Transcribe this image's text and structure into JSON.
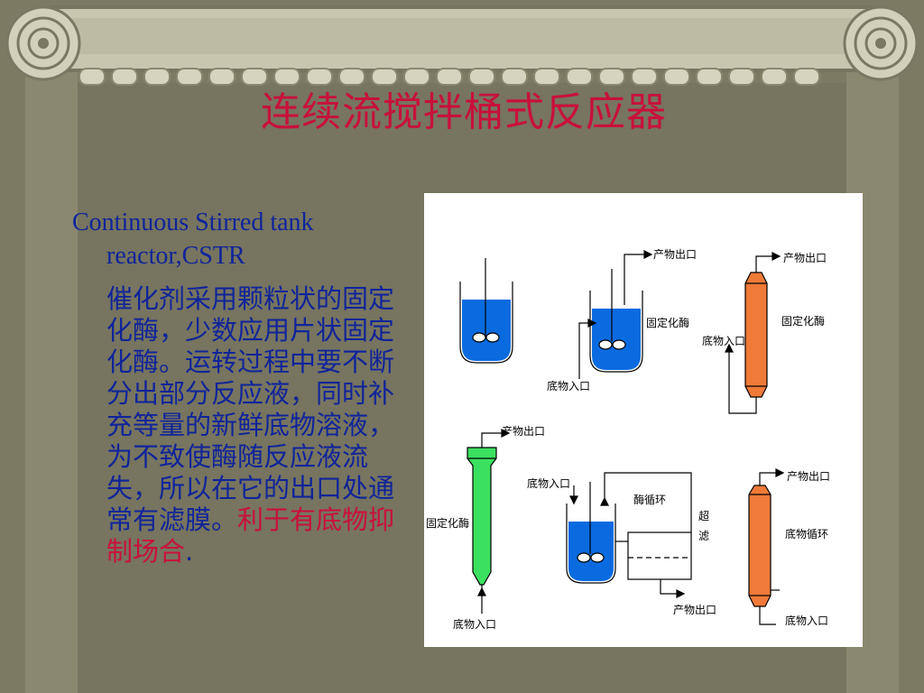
{
  "slide": {
    "title": "连续流搅拌桶式反应器",
    "heading_line1": "Continuous Stirred tank",
    "heading_line2": "reactor,CSTR",
    "paragraph_main": "催化剂采用颗粒状的固定化酶，少数应用片状固定化酶。运转过程中要不断分出部分反应液，同时补充等量的新鲜底物溶液，为不致使酶随反应液流失，所以在它的出口处通常有滤膜。",
    "paragraph_highlight": "利于有底物抑制场合",
    "paragraph_end": "."
  },
  "diagram": {
    "labels": {
      "product_out_1": "产物出口",
      "immobilized_enzyme_1": "固定化酶",
      "substrate_in_1": "底物入口",
      "product_out_2": "产物出口",
      "immobilized_enzyme_2": "固定化酶",
      "substrate_in_2": "底物入口",
      "product_out_3": "产物出口",
      "immobilized_enzyme_3": "固定化酶",
      "substrate_in_3": "底物入口",
      "substrate_in_4": "底物入口",
      "enzyme_cycle": "酶循环",
      "ultrafiltration_1": "超",
      "ultrafiltration_2": "滤",
      "product_out_4": "产物出口",
      "product_out_5": "产物出口",
      "substrate_cycle": "底物循环",
      "substrate_in_5": "底物入口"
    },
    "colors": {
      "tank_liquid": "#0a6be0",
      "column_orange": "#f07a38",
      "column_green": "#3ce060",
      "title_red": "#c8103c",
      "text_blue": "#10249a"
    }
  }
}
